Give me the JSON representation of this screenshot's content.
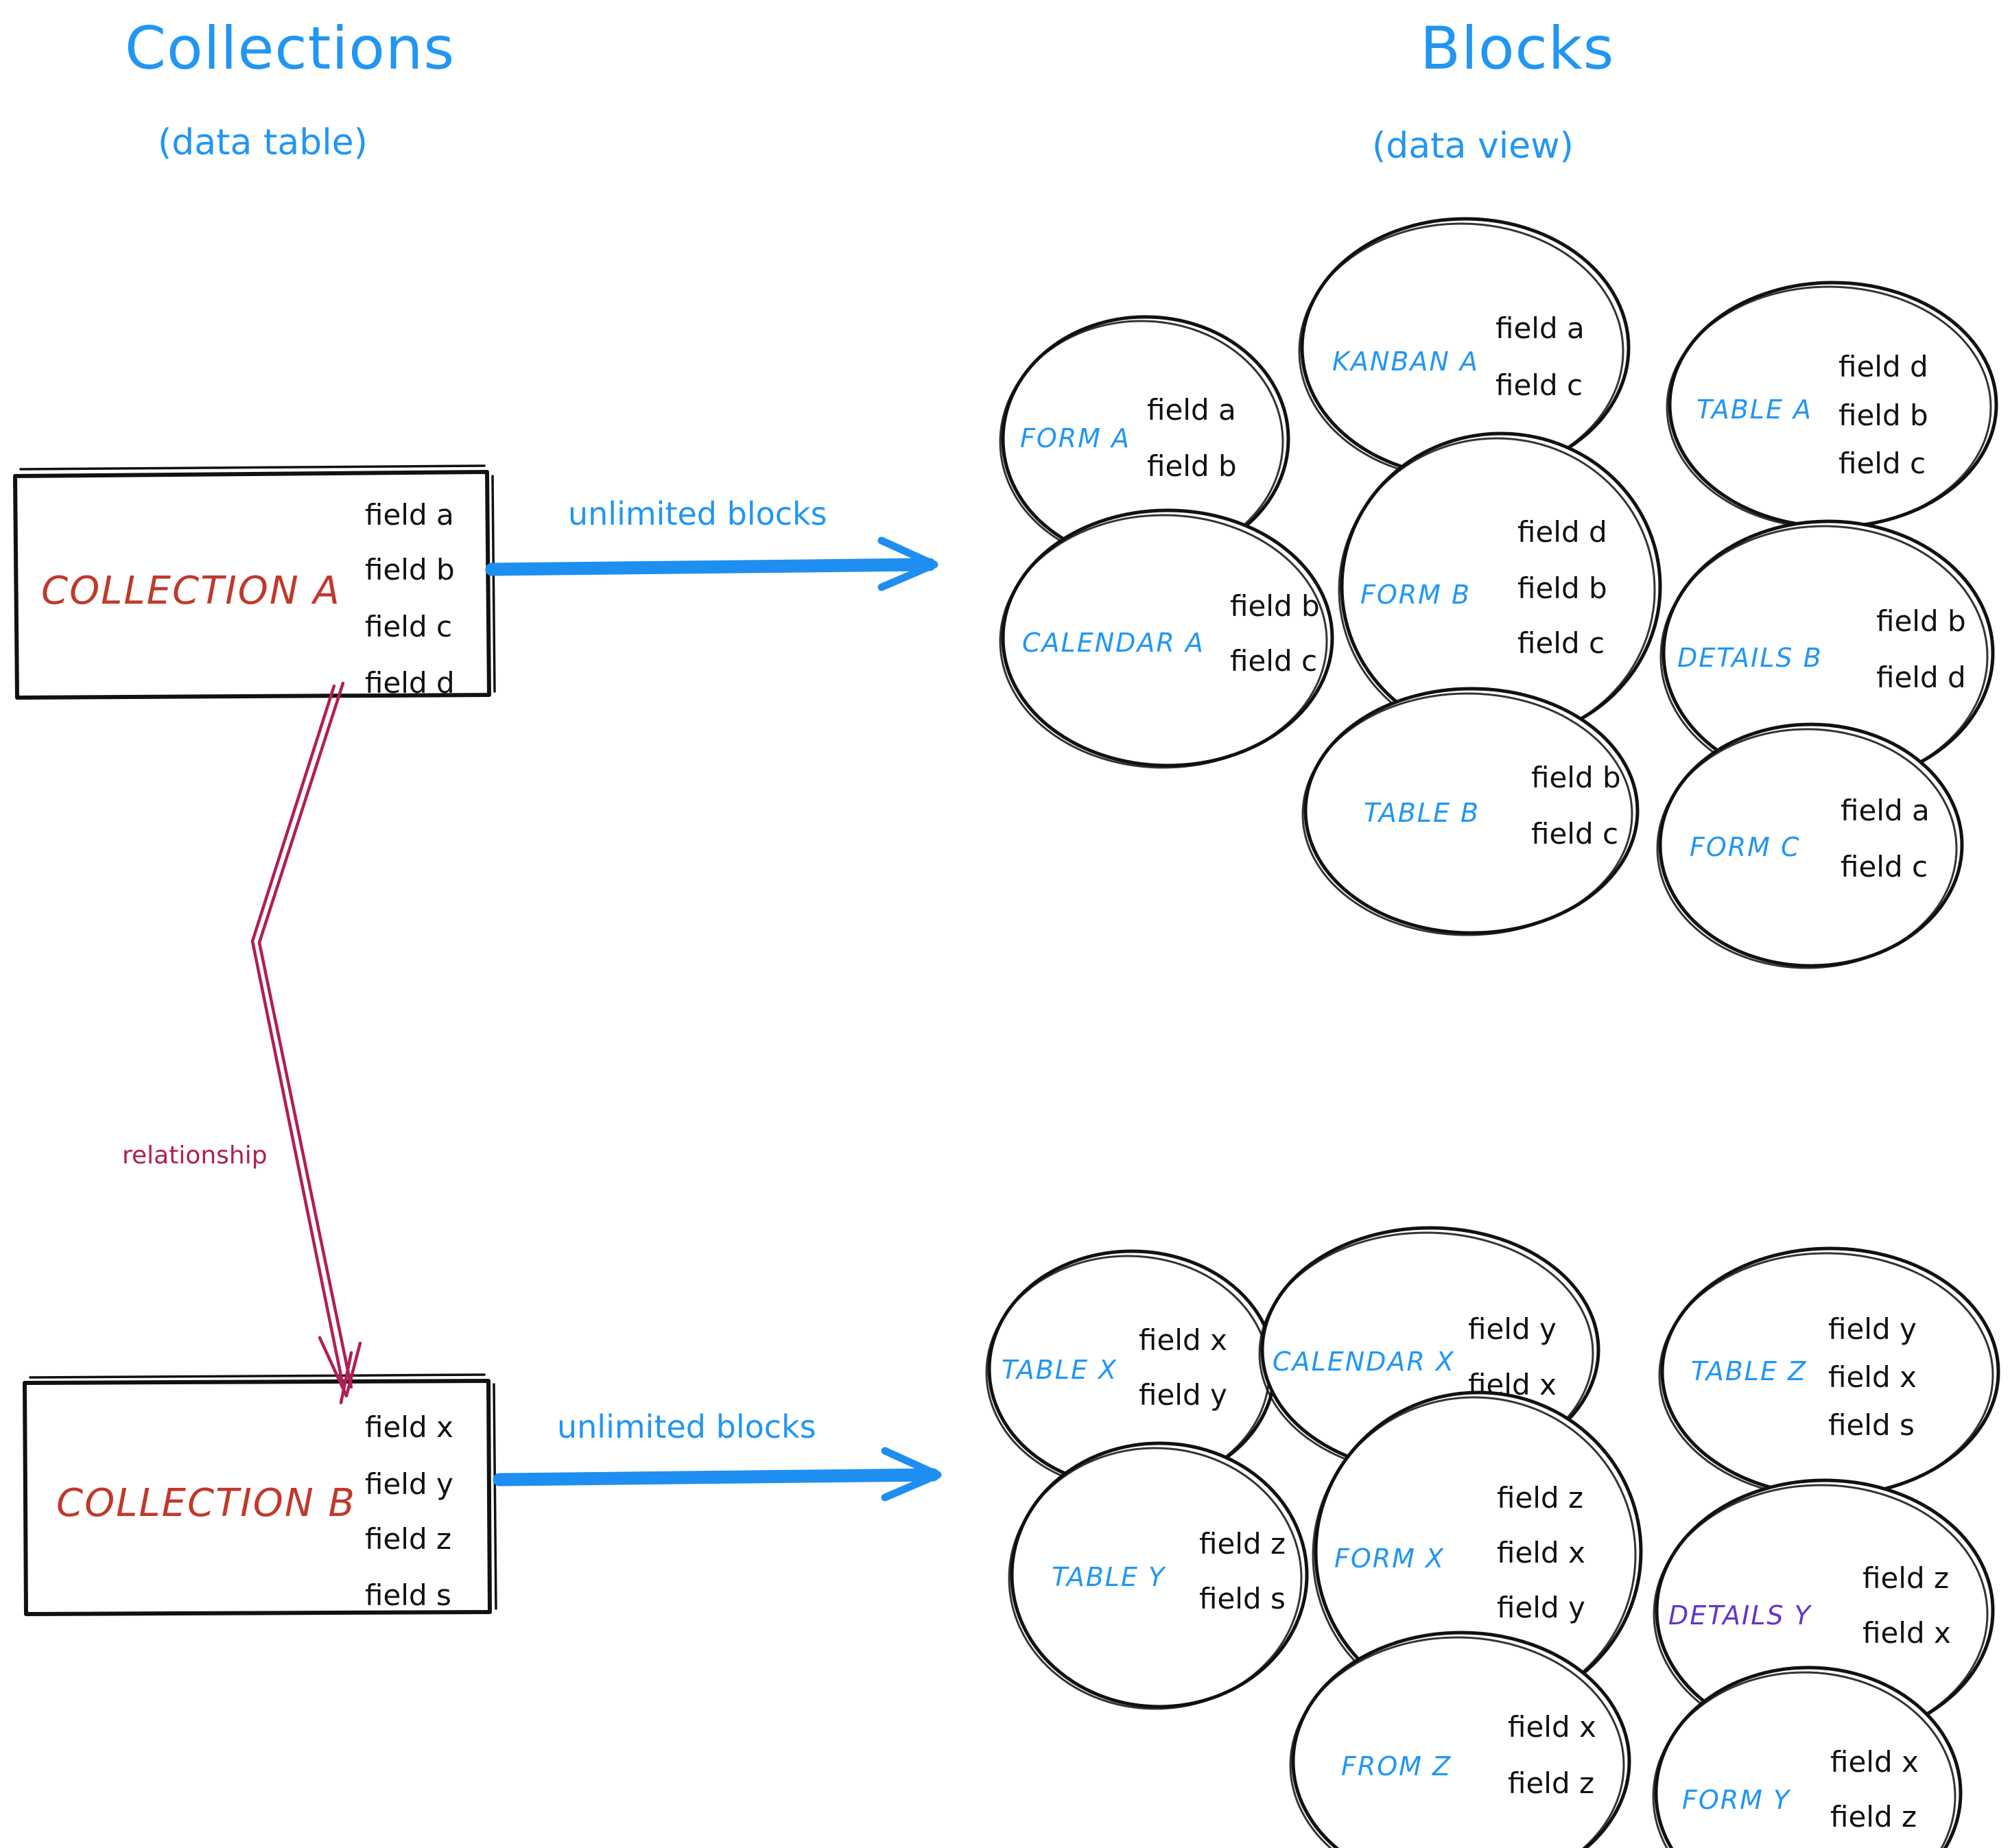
{
  "headers": {
    "left_title": "Collections",
    "left_subtitle": "(data table)",
    "right_title": "Blocks",
    "right_subtitle": "(data view)"
  },
  "colors": {
    "accent_blue": "#2196f3",
    "arrow_blue": "#1f8ef1",
    "collection_red": "#c0392b",
    "relationship_crimson": "#b01e55",
    "details_violet": "#6633cc",
    "text_black": "#111111",
    "background": "#ffffff"
  },
  "collections": [
    {
      "name": "COLLECTION A",
      "fields": [
        "field a",
        "field b",
        "field c",
        "field d"
      ],
      "arrow_label": "unlimited blocks"
    },
    {
      "name": "COLLECTION B",
      "fields": [
        "field x",
        "field y",
        "field z",
        "field s"
      ],
      "arrow_label": "unlimited blocks"
    }
  ],
  "relationship": {
    "label": "relationship"
  },
  "block_groups": [
    {
      "owner": "COLLECTION A",
      "blocks": [
        {
          "label": "FORM A",
          "fields": [
            "field a",
            "field b"
          ],
          "color": "blue"
        },
        {
          "label": "KANBAN A",
          "fields": [
            "field a",
            "field c"
          ],
          "color": "blue"
        },
        {
          "label": "TABLE A",
          "fields": [
            "field d",
            "field b",
            "field c"
          ],
          "color": "blue"
        },
        {
          "label": "CALENDAR A",
          "fields": [
            "field b",
            "field c"
          ],
          "color": "blue"
        },
        {
          "label": "FORM B",
          "fields": [
            "field d",
            "field b",
            "field c"
          ],
          "color": "blue"
        },
        {
          "label": "DETAILS B",
          "fields": [
            "field b",
            "field d"
          ],
          "color": "blue"
        },
        {
          "label": "TABLE B",
          "fields": [
            "field b",
            "field c"
          ],
          "color": "blue"
        },
        {
          "label": "FORM C",
          "fields": [
            "field a",
            "field c"
          ],
          "color": "blue"
        }
      ]
    },
    {
      "owner": "COLLECTION B",
      "blocks": [
        {
          "label": "TABLE X",
          "fields": [
            "field x",
            "field y"
          ],
          "color": "blue"
        },
        {
          "label": "CALENDAR X",
          "fields": [
            "field y",
            "field x"
          ],
          "color": "blue"
        },
        {
          "label": "TABLE Z",
          "fields": [
            "field y",
            "field x",
            "field s"
          ],
          "color": "blue"
        },
        {
          "label": "TABLE Y",
          "fields": [
            "field z",
            "field s"
          ],
          "color": "blue"
        },
        {
          "label": "FORM X",
          "fields": [
            "field z",
            "field x",
            "field y"
          ],
          "color": "blue"
        },
        {
          "label": "DETAILS Y",
          "fields": [
            "field z",
            "field x"
          ],
          "color": "violet"
        },
        {
          "label": "FROM Z",
          "fields": [
            "field x",
            "field z"
          ],
          "color": "blue"
        },
        {
          "label": "FORM Y",
          "fields": [
            "field x",
            "field z"
          ],
          "color": "blue"
        }
      ]
    }
  ]
}
